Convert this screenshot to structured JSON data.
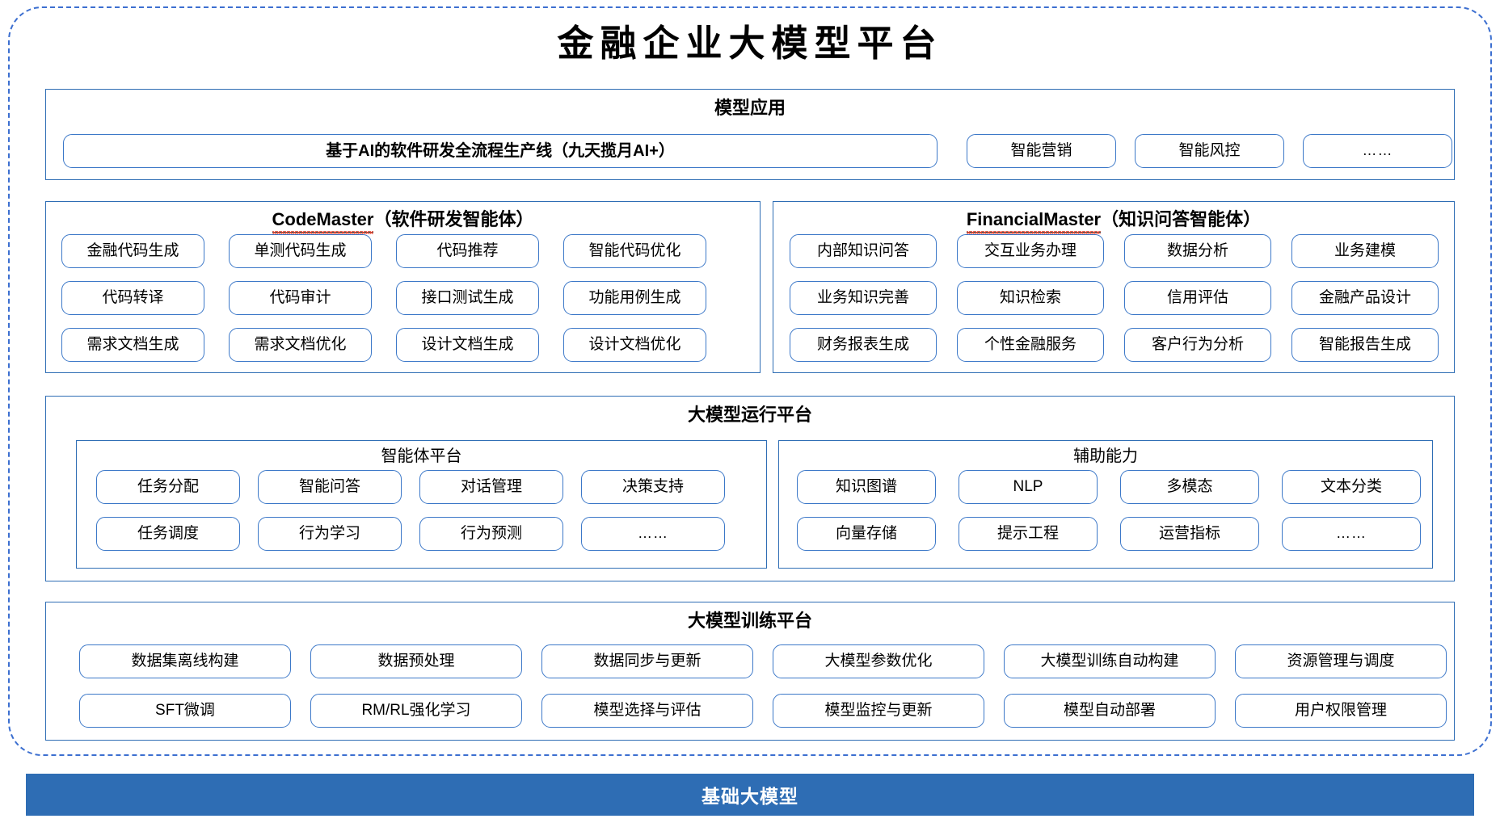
{
  "page": {
    "title": "金融企业大模型平台",
    "accent_blue": "#2E6DB4",
    "pill_border": "#3C78C8",
    "frame_dashed": "#3C6FD0"
  },
  "model_application": {
    "title": "模型应用",
    "items": [
      "基于AI的软件研发全流程生产线（九天揽月AI+）",
      "智能营销",
      "智能风控",
      "……"
    ]
  },
  "code_master": {
    "title_main": "CodeMaster",
    "title_sub": "（软件研发智能体）",
    "items": [
      "金融代码生成",
      "单测代码生成",
      "代码推荐",
      "智能代码优化",
      "代码转译",
      "代码审计",
      "接口测试生成",
      "功能用例生成",
      "需求文档生成",
      "需求文档优化",
      "设计文档生成",
      "设计文档优化"
    ]
  },
  "financial_master": {
    "title_main": "FinancialMaster",
    "title_sub": "（知识问答智能体）",
    "items": [
      "内部知识问答",
      "交互业务办理",
      "数据分析",
      "业务建模",
      "业务知识完善",
      "知识检索",
      "信用评估",
      "金融产品设计",
      "财务报表生成",
      "个性金融服务",
      "客户行为分析",
      "智能报告生成"
    ]
  },
  "runtime_platform": {
    "title": "大模型运行平台",
    "agent_platform": {
      "title": "智能体平台",
      "items": [
        "任务分配",
        "智能问答",
        "对话管理",
        "决策支持",
        "任务调度",
        "行为学习",
        "行为预测",
        "……"
      ]
    },
    "support_ability": {
      "title": "辅助能力",
      "items": [
        "知识图谱",
        "NLP",
        "多模态",
        "文本分类",
        "向量存储",
        "提示工程",
        "运营指标",
        "……"
      ]
    }
  },
  "training_platform": {
    "title": "大模型训练平台",
    "items": [
      "数据集离线构建",
      "数据预处理",
      "数据同步与更新",
      "大模型参数优化",
      "大模型训练自动构建",
      "资源管理与调度",
      "SFT微调",
      "RM/RL强化学习",
      "模型选择与评估",
      "模型监控与更新",
      "模型自动部署",
      "用户权限管理"
    ]
  },
  "base_model": {
    "label": "基础大模型"
  }
}
